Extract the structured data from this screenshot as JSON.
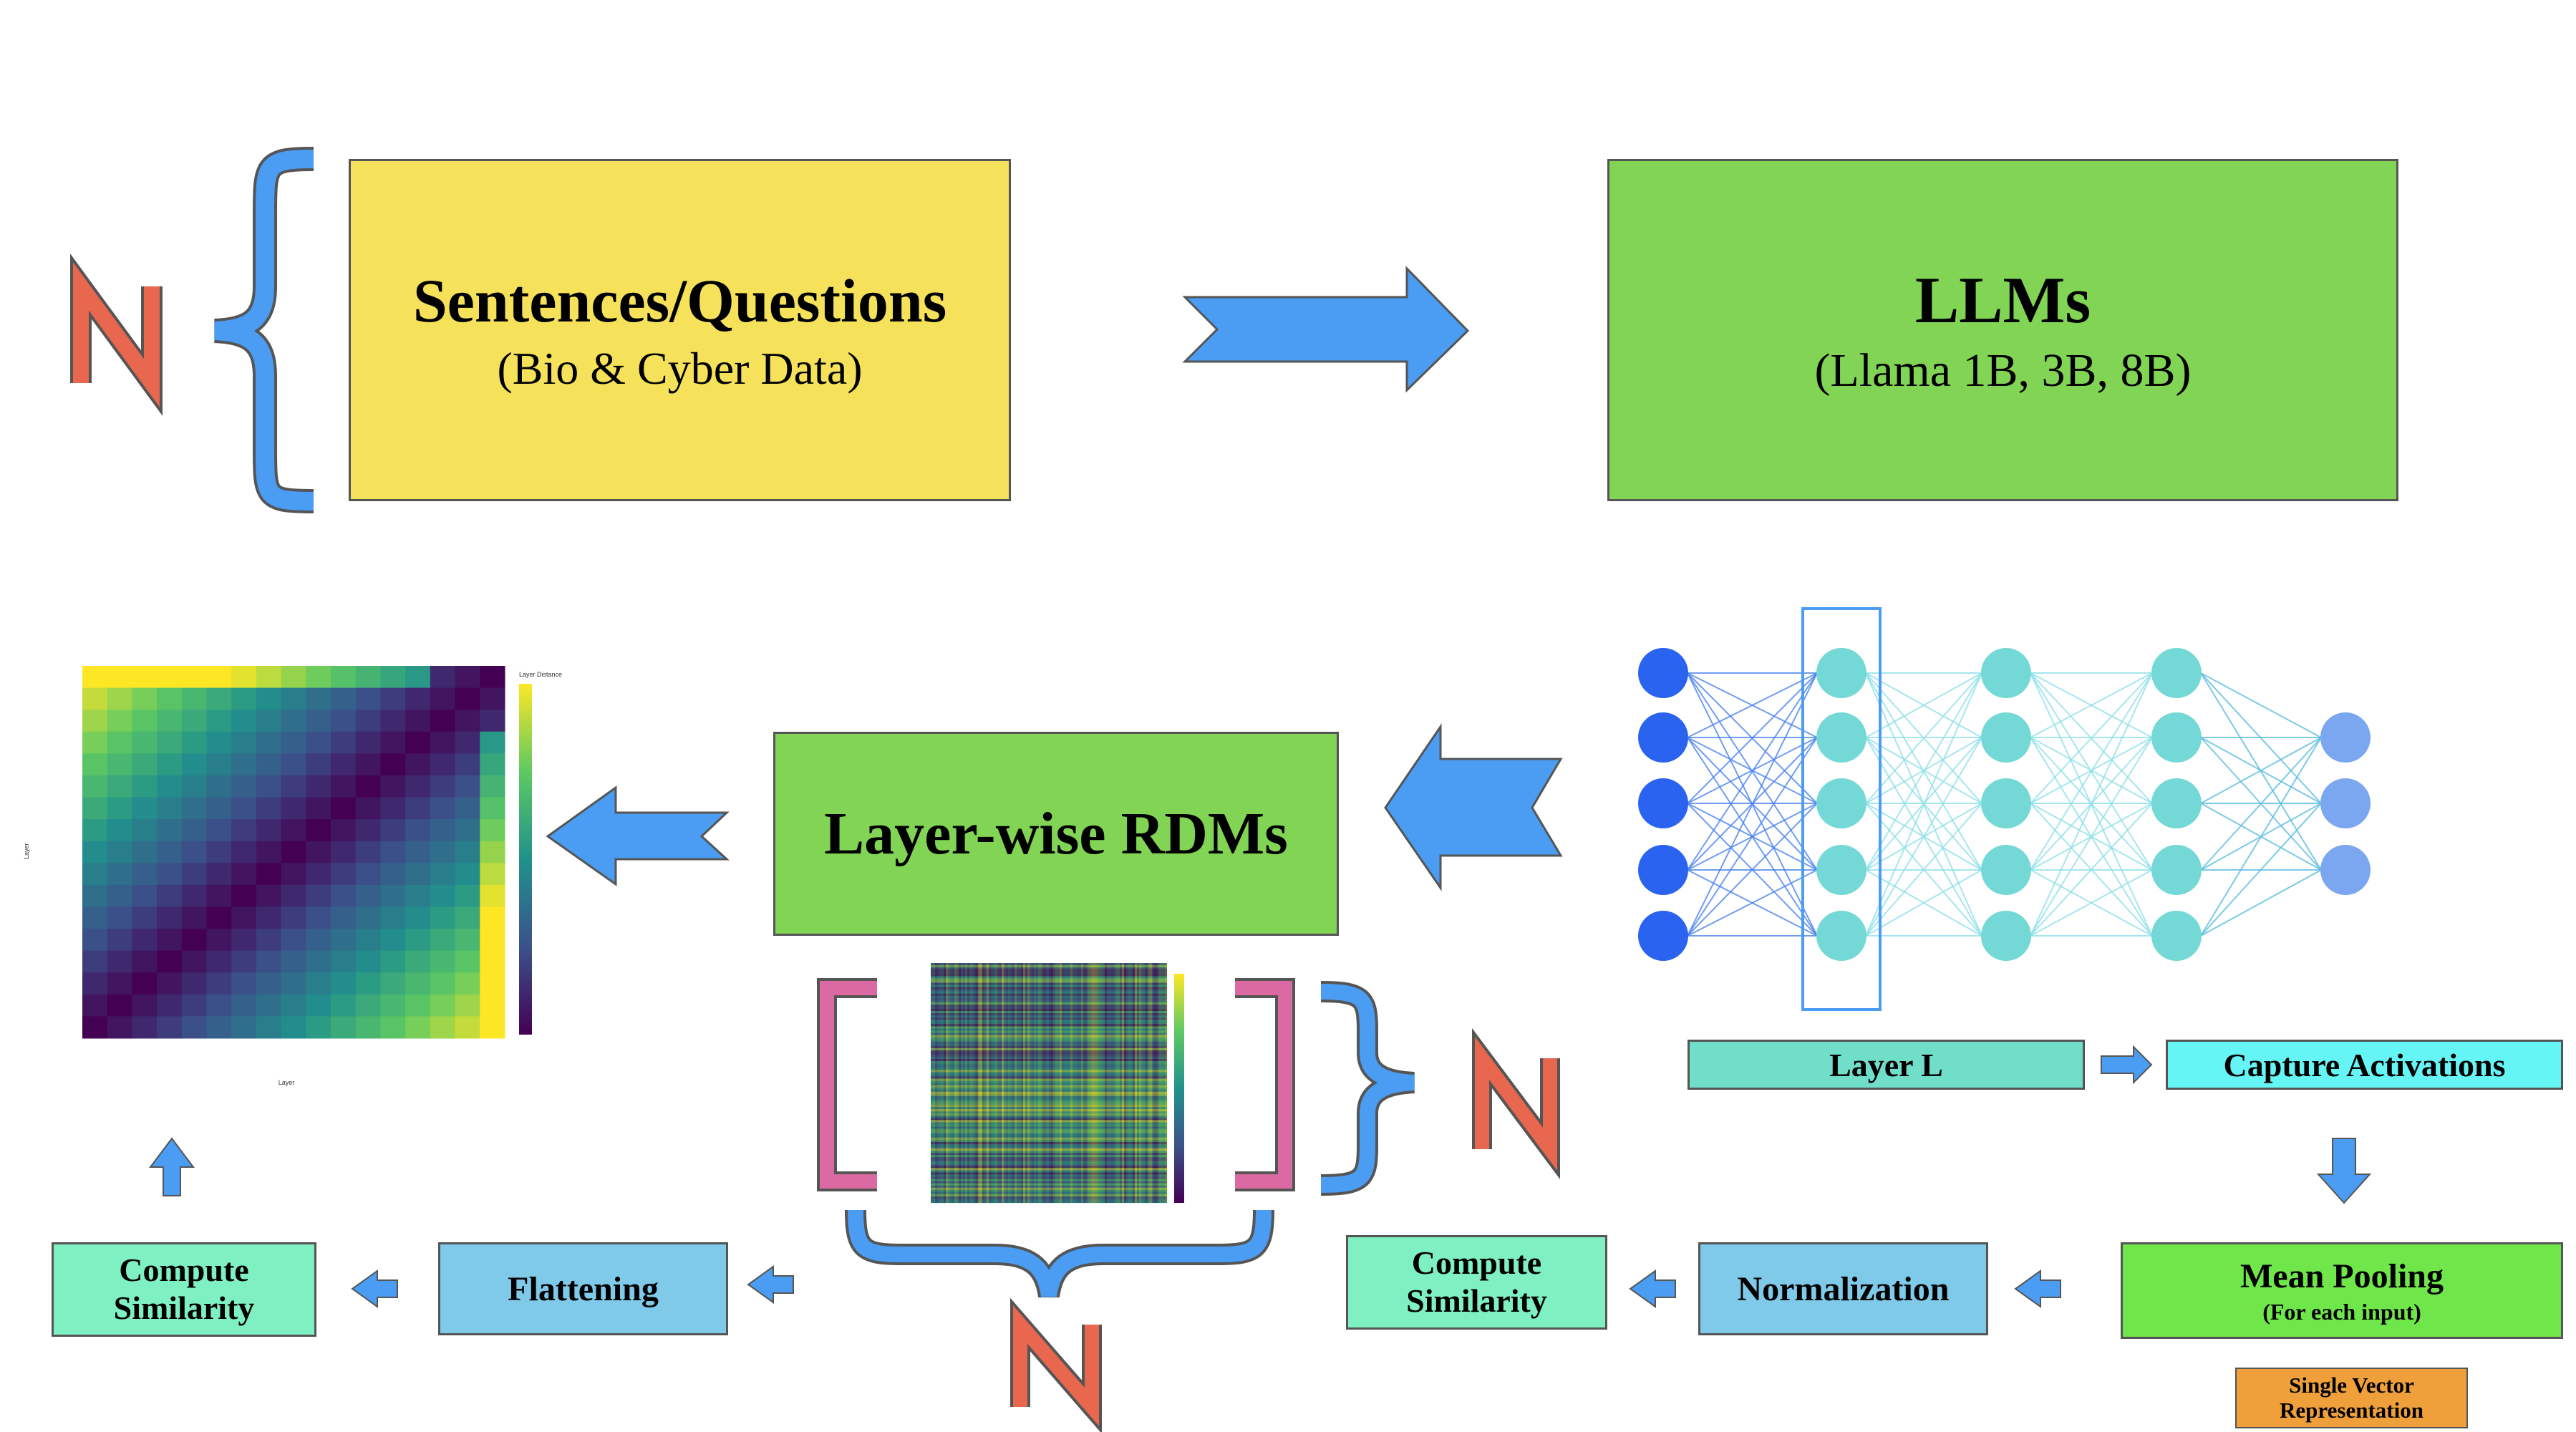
{
  "input": {
    "title": "Sentences/Questions",
    "subtitle": "(Bio & Cyber Data)",
    "count_label": "N"
  },
  "model": {
    "title": "LLMs",
    "subtitle": "(Llama 1B, 3B, 8B)"
  },
  "rdm": {
    "title": "Layer-wise RDMs"
  },
  "network": {
    "layer_label": "Layer L",
    "capture_label": "Capture Activations"
  },
  "pipeline": {
    "mean_pooling": "Mean Pooling",
    "mean_pooling_sub": "(For each input)",
    "single_vector": "Single Vector Representation",
    "normalization": "Normalization",
    "compute_similarity_right": "Compute Similarity",
    "flattening": "Flattening",
    "compute_similarity_left": "Compute Similarity"
  },
  "matrix_labels": {
    "rows_count": "N",
    "cols_count": "N"
  },
  "colors": {
    "yellow": "#f5e15a",
    "green": "#82d455",
    "blue_arrow": "#4a9df2",
    "teal": "#71dec9",
    "cyan": "#66f5f5",
    "lime": "#6fe649",
    "sky": "#7fc9e9",
    "mint": "#7ff0c2",
    "orange": "#f0a03b",
    "pink": "#db6aa2",
    "red_n": "#e8674e"
  }
}
